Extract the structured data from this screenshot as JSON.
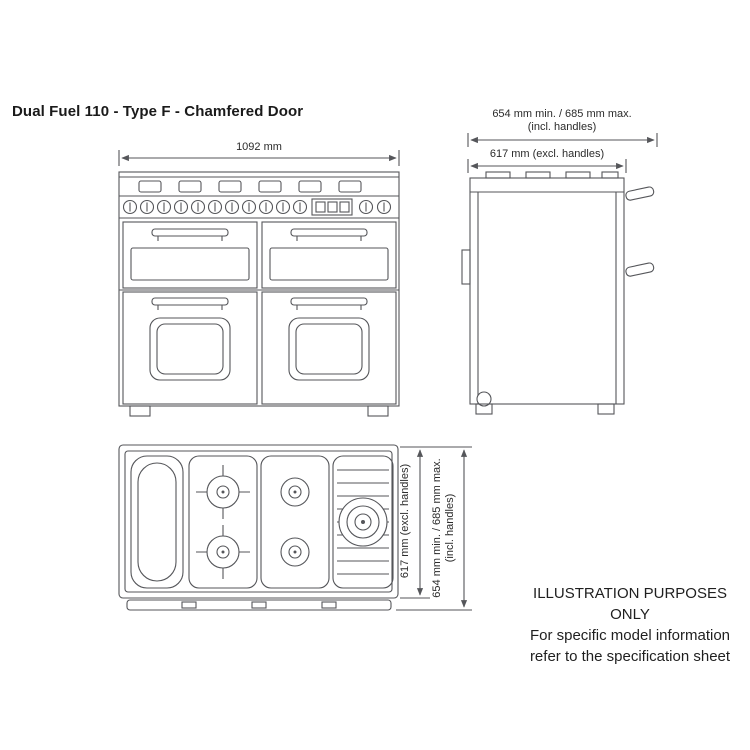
{
  "title": "Dual Fuel 110 - Type F - Chamfered Door",
  "front_view": {
    "width_label": "1092 mm"
  },
  "side_view": {
    "depth_incl_handles_line1": "654 mm min. / 685 mm max.",
    "depth_incl_handles_line2": "(incl. handles)",
    "depth_excl_handles": "617 mm (excl. handles)"
  },
  "top_view": {
    "depth_excl_handles": "617 mm (excl. handles)",
    "depth_incl_handles_line1": "654 mm min. / 685 mm max.",
    "depth_incl_handles_line2": "(incl. handles)"
  },
  "disclaimer": {
    "line1": "ILLUSTRATION PURPOSES ONLY",
    "line2": "For specific model information",
    "line3": "refer to the specification sheet"
  },
  "colors": {
    "line": "#55565a",
    "text": "#2b2b2b",
    "background": "#ffffff"
  }
}
